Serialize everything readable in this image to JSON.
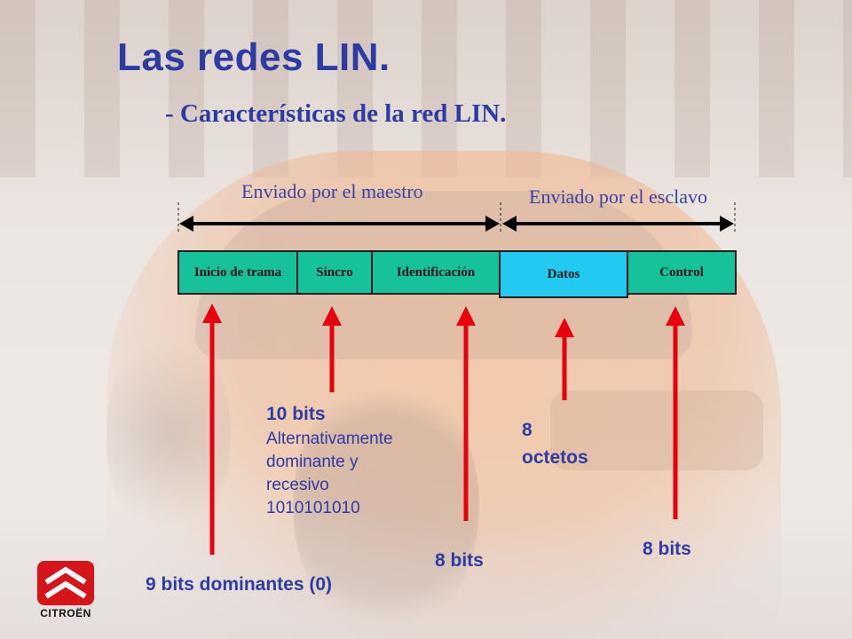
{
  "slide": {
    "title": "Las redes LIN.",
    "subtitle": "- Características de la red LIN."
  },
  "sections": {
    "master_label": "Enviado por el maestro",
    "slave_label": "Enviado por el esclavo"
  },
  "frame_fields": [
    {
      "label": "Inicio de trama",
      "color": "#16c29a"
    },
    {
      "label": "Sincro",
      "color": "#16c29a"
    },
    {
      "label": "Identificación",
      "color": "#16c29a"
    },
    {
      "label": "Datos",
      "color": "#22c9f0"
    },
    {
      "label": "Control",
      "color": "#16c29a"
    }
  ],
  "annotations": {
    "start": {
      "size": "9 bits dominantes (0)"
    },
    "sync": {
      "size": "10 bits",
      "description_lines": [
        "Alternativamente",
        "dominante y",
        "recesivo",
        "1010101010"
      ]
    },
    "ident": {
      "size": "8 bits"
    },
    "data": {
      "size_lines": [
        "8",
        "octetos"
      ]
    },
    "control": {
      "size": "8 bits"
    }
  },
  "colors": {
    "title": "#2d3ba3",
    "arrow_red": "#e8000f",
    "arrow_black": "#000000"
  },
  "logo": {
    "brand": "CITROËN"
  }
}
